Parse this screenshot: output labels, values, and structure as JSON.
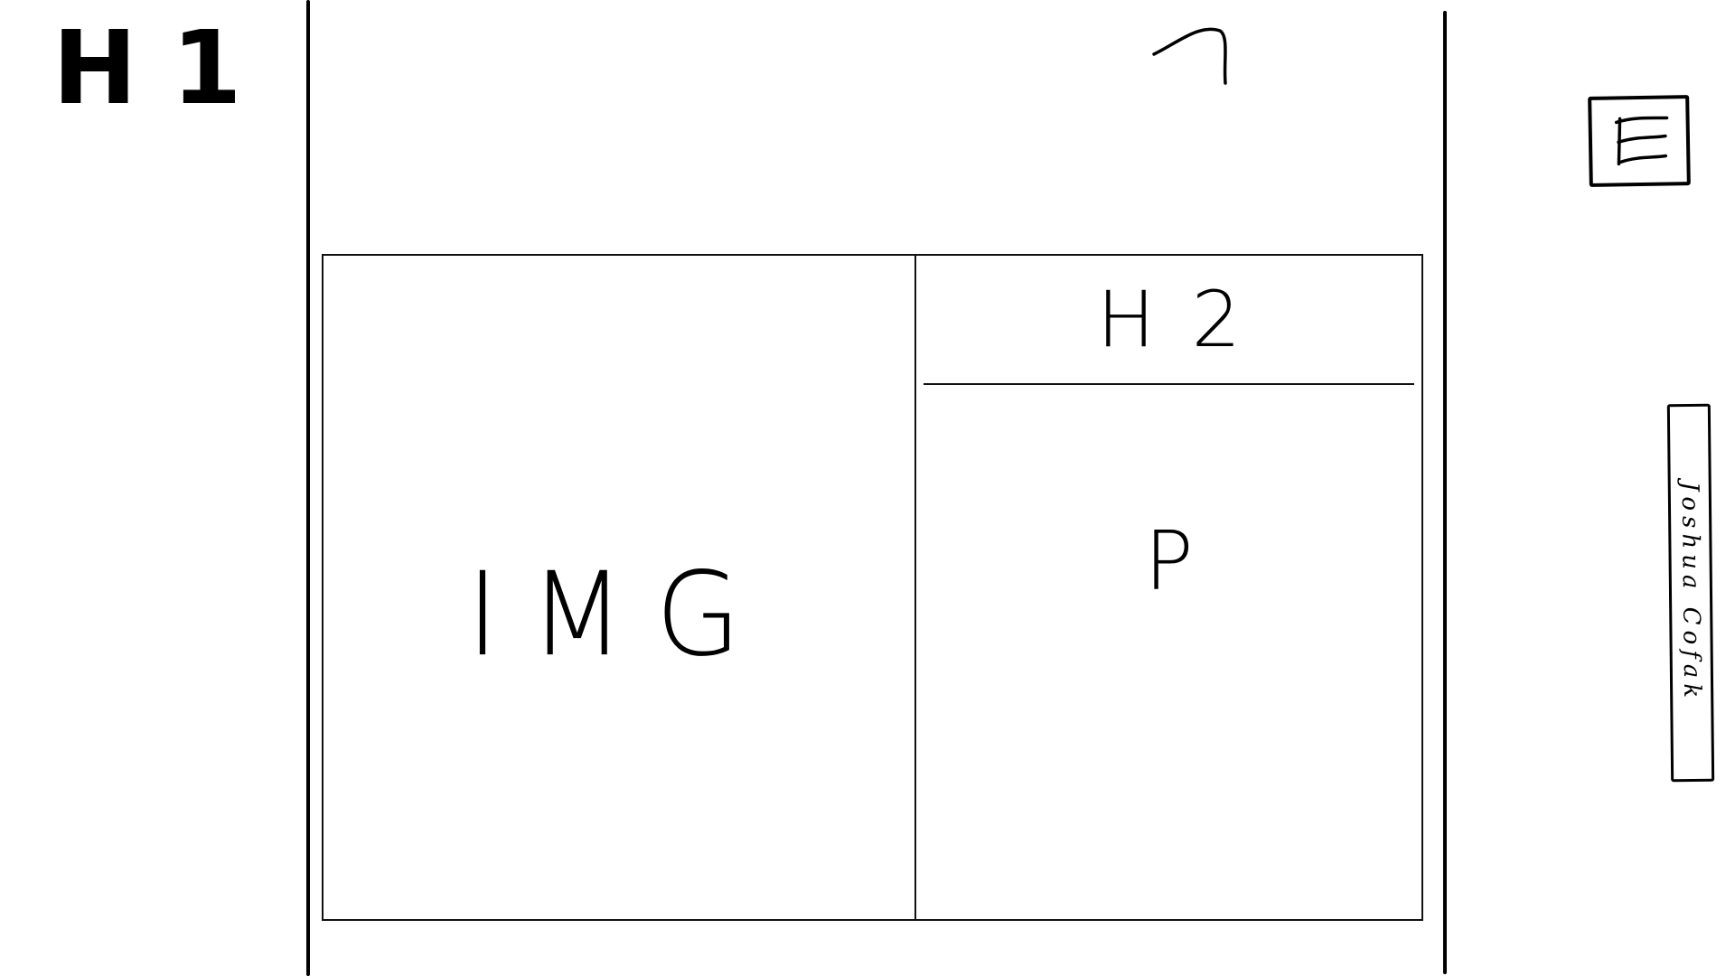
{
  "header": {
    "title": "H1"
  },
  "menu": {
    "icon": "hamburger-menu-icon"
  },
  "card": {
    "image_placeholder": "IMG",
    "heading": "H2",
    "paragraph": "P"
  },
  "side_button": {
    "label": "Joshua Cofak"
  }
}
